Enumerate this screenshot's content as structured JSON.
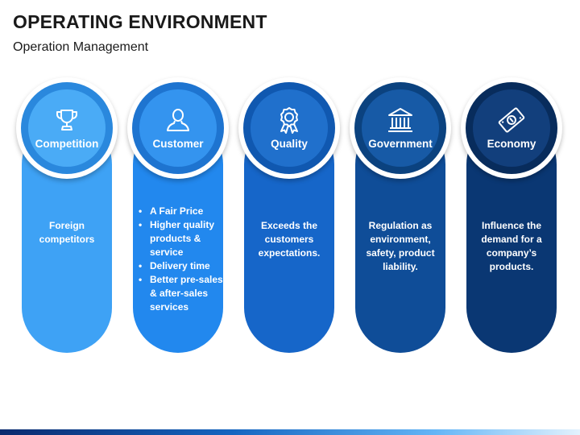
{
  "header": {
    "title": "OPERATING ENVIRONMENT",
    "subtitle": "Operation Management"
  },
  "columns": [
    {
      "label": "Competition",
      "icon": "trophy-icon",
      "pill_color": "#3ea2f5",
      "ring_color": "#2a88dd",
      "circle_color": "#4aabf6",
      "description": "Foreign competitors"
    },
    {
      "label": "Customer",
      "icon": "user-icon",
      "pill_color": "#2288ee",
      "ring_color": "#1e74d0",
      "circle_color": "#3494ef",
      "bullets": [
        "A Fair Price",
        "Higher quality products & service",
        "Delivery time",
        "Better pre-sales & after-sales services"
      ]
    },
    {
      "label": "Quality",
      "icon": "award-ribbon-icon",
      "pill_color": "#1666c9",
      "ring_color": "#1058b0",
      "circle_color": "#2070cc",
      "description": "Exceeds the customers expectations."
    },
    {
      "label": "Government",
      "icon": "bank-building-icon",
      "pill_color": "#0f4d98",
      "ring_color": "#0b427f",
      "circle_color": "#175aa6",
      "description": "Regulation as environment, safety, product liability."
    },
    {
      "label": "Economy",
      "icon": "money-bill-icon",
      "pill_color": "#0a3773",
      "ring_color": "#082c5c",
      "circle_color": "#123f7c",
      "description": "Influence the demand for a company’s products."
    }
  ]
}
